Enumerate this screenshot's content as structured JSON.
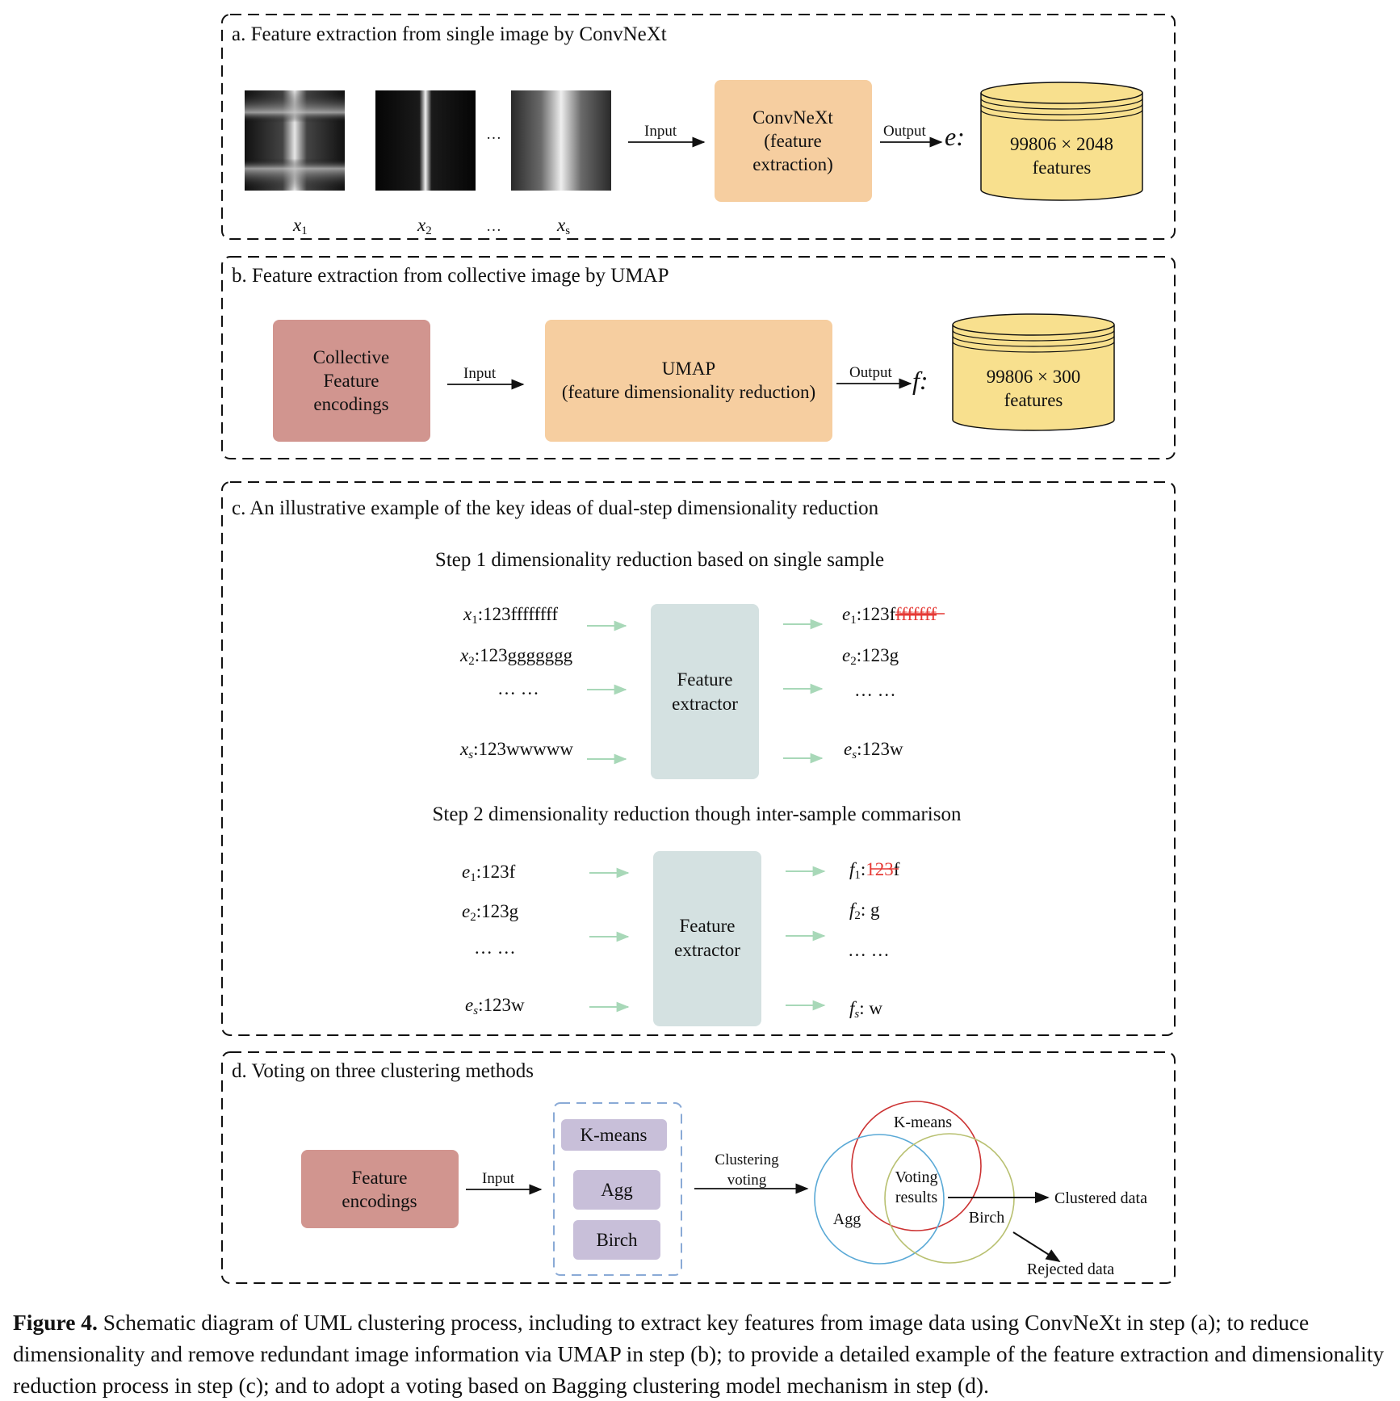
{
  "panels": {
    "a": {
      "title": "a. Feature extraction from single image by ConvNeXt",
      "images": [
        {
          "label": "x",
          "sub": "1"
        },
        {
          "label": "x",
          "sub": "2"
        },
        {
          "label": "x",
          "sub": "s"
        }
      ],
      "ellipsis": "…",
      "input_label": "Input",
      "output_label": "Output",
      "box_lines": [
        "ConvNeXt",
        "(feature",
        "extraction)"
      ],
      "var": "e:",
      "db_lines": [
        "99806 × 2048",
        "features"
      ]
    },
    "b": {
      "title": "b. Feature extraction from collective image by UMAP",
      "left_box": [
        "Collective",
        "Feature",
        "encodings"
      ],
      "input_label": "Input",
      "mid_box": [
        "UMAP",
        "(feature dimensionality reduction)"
      ],
      "output_label": "Output",
      "var": "f:",
      "db_lines": [
        "99806 × 300",
        "features"
      ]
    },
    "c": {
      "title": "c. An illustrative example of the key ideas of dual-step dimensionality reduction",
      "step1": {
        "heading": "Step 1 dimensionality reduction based on single sample",
        "extractor": [
          "Feature",
          "extractor"
        ],
        "inputs": [
          {
            "v": "x",
            "s": "1",
            "t": ":123ffffffff"
          },
          {
            "v": "x",
            "s": "2",
            "t": ":123ggggggg"
          },
          {
            "v": "",
            "s": "",
            "t": "… …"
          },
          {
            "v": "x",
            "s": "s",
            "t": ":123wwwww"
          }
        ],
        "outputs": [
          {
            "v": "e",
            "s": "1",
            "t": ":123f",
            "strike": "fffffff"
          },
          {
            "v": "e",
            "s": "2",
            "t": ":123g",
            "strike": ""
          },
          {
            "v": "",
            "s": "",
            "t": "… …",
            "strike": ""
          },
          {
            "v": "e",
            "s": "s",
            "t": ":123w",
            "strike": ""
          }
        ]
      },
      "step2": {
        "heading": "Step 2 dimensionality reduction though inter-sample commarison",
        "extractor": [
          "Feature",
          "extractor"
        ],
        "inputs": [
          {
            "v": "e",
            "s": "1",
            "t": ":123f"
          },
          {
            "v": "e",
            "s": "2",
            "t": ":123g"
          },
          {
            "v": "",
            "s": "",
            "t": "… …"
          },
          {
            "v": "e",
            "s": "s",
            "t": ":123w"
          }
        ],
        "outputs": [
          {
            "v": "f",
            "s": "1",
            "pre": ":",
            "strike": "123",
            "t": "f"
          },
          {
            "v": "f",
            "s": "2",
            "pre": ": g",
            "strike": "",
            "t": ""
          },
          {
            "v": "",
            "s": "",
            "pre": "… …",
            "strike": "",
            "t": ""
          },
          {
            "v": "f",
            "s": "s",
            "pre": ": w",
            "strike": "",
            "t": ""
          }
        ]
      }
    },
    "d": {
      "title": "d. Voting on three clustering methods",
      "left_box": [
        "Feature",
        "encodings"
      ],
      "input_label": "Input",
      "methods": [
        "K-means",
        "Agg",
        "Birch"
      ],
      "voting_label": [
        "Clustering",
        "voting"
      ],
      "venn": {
        "top": "K-means",
        "left": "Agg",
        "right": "Birch",
        "center": [
          "Voting",
          "results"
        ]
      },
      "clustered": "Clustered data",
      "rejected": "Rejected data"
    }
  },
  "caption": {
    "bold": "Figure 4.",
    "text": " Schematic diagram of UML clustering process, including to extract key features from image data using ConvNeXt in step (a); to reduce dimensionality and remove redundant image information via UMAP in step (b); to provide a detailed example of the feature extraction and dimensionality reduction process in step (c); and to adopt a voting based on Bagging clustering model mechanism in step (d)."
  },
  "colors": {
    "orange_box": "#f6cea0",
    "rose_box": "#d1958f",
    "db_fill": "#f8e08e",
    "extractor_box": "#d4e1e1",
    "method_box": "#c8bfd9",
    "arrow_green": "#a8d8b8",
    "venn_red": "#cc3333",
    "venn_blue": "#5aa9d6",
    "venn_olive": "#b8c070",
    "strike_red": "#e53935"
  }
}
